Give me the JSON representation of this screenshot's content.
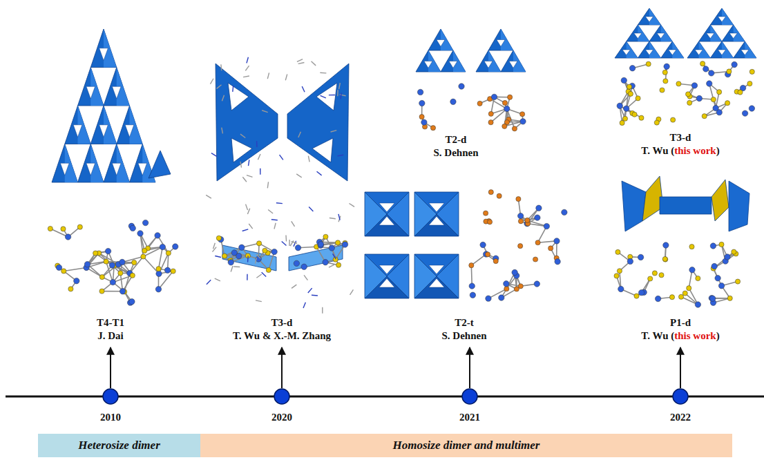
{
  "diagram": {
    "nodes": [
      {
        "text": [
          "Heterosize dimer"
        ]
      },
      {
        "text": [
          "Homosize dimer and multimer"
        ]
      }
    ],
    "labels": [
      "T4-T1",
      "J. Dai",
      "T3-d",
      "T. Wu & X.-M. Zhang",
      "T2-d",
      "S. Dehnen",
      "T2-t",
      "S. Dehnen",
      "T3-d",
      "T. Wu (this work)",
      "P1-d",
      "T. Wu (this work)",
      "2010",
      "2020",
      "2021",
      "2022"
    ]
  }
}
